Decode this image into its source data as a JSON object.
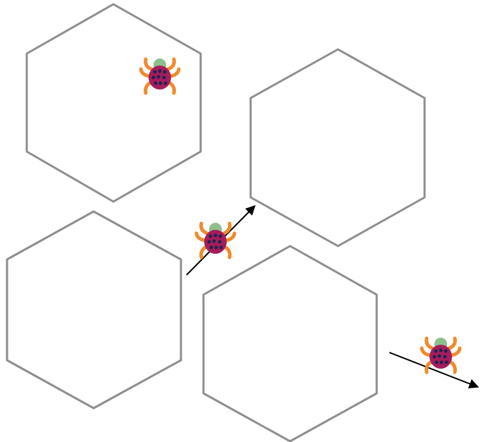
{
  "colors": {
    "hex_stroke": "#8e8e92",
    "arrow": "#000000",
    "ladybug_body": "#a51d5c",
    "ladybug_spots": "#1f2350",
    "ladybug_head": "#8fbf8c",
    "ladybug_legs": "#f08a2c"
  },
  "hexagons": [
    {
      "id": "hexagon-top-left"
    },
    {
      "id": "hexagon-top-right"
    },
    {
      "id": "hexagon-bottom-left"
    },
    {
      "id": "hexagon-bottom-middle"
    }
  ],
  "ladybugs": [
    {
      "id": "ladybug-inside-top-left-hexagon",
      "icon": "ladybug-icon"
    },
    {
      "id": "ladybug-between-hexagons",
      "icon": "ladybug-icon"
    },
    {
      "id": "ladybug-right-edge",
      "icon": "ladybug-icon"
    }
  ],
  "arrows": [
    {
      "id": "arrow-up-right",
      "direction": "up-right"
    },
    {
      "id": "arrow-down-right",
      "direction": "down-right"
    }
  ]
}
